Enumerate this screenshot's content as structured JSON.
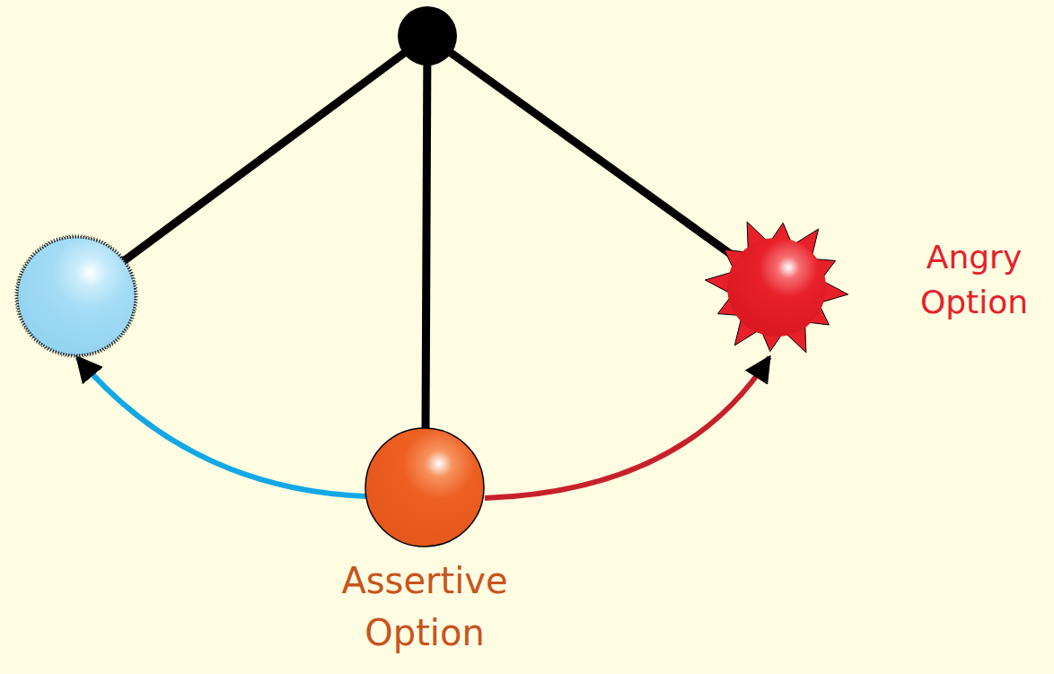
{
  "diagram": {
    "nodes": [
      {
        "text": [
          "Angry Option"
        ]
      },
      {
        "text": [
          "Assertive Option"
        ]
      }
    ],
    "edges": [
      {
        "from": 1,
        "to": 0,
        "arrow": "to"
      }
    ]
  }
}
